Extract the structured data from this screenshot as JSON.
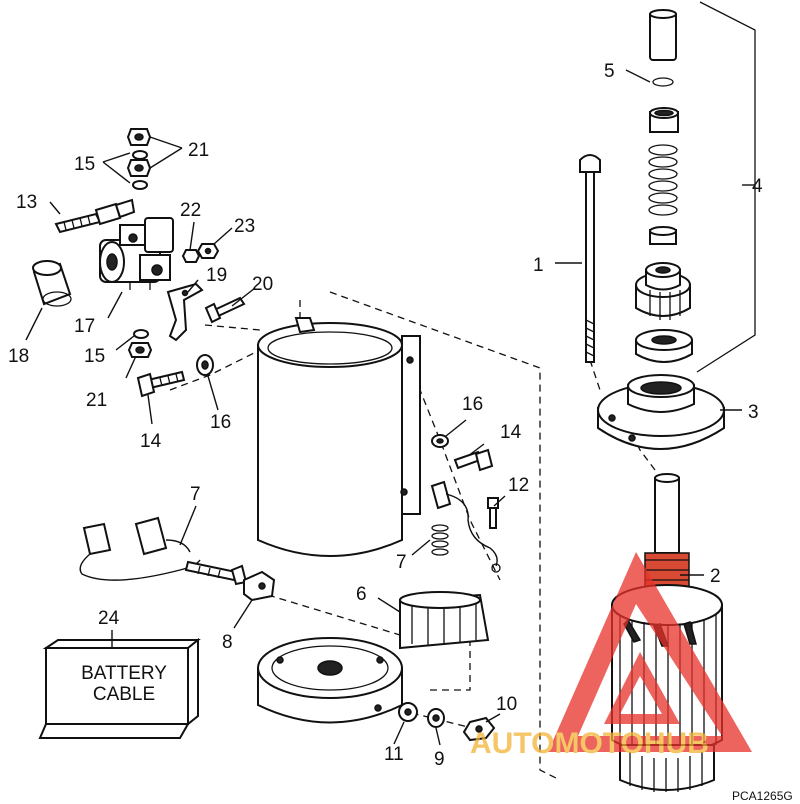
{
  "callouts": {
    "c1": "1",
    "c2": "2",
    "c3": "3",
    "c4": "4",
    "c5": "5",
    "c6": "6",
    "c7a": "7",
    "c7b": "7",
    "c8": "8",
    "c9": "9",
    "c10": "10",
    "c11": "11",
    "c12": "12",
    "c13": "13",
    "c14a": "14",
    "c14b": "14",
    "c15a": "15",
    "c15b": "15",
    "c16a": "16",
    "c16b": "16",
    "c17": "17",
    "c18": "18",
    "c19": "19",
    "c20": "20",
    "c21a": "21",
    "c21b": "21",
    "c22": "22",
    "c23": "23",
    "c24": "24"
  },
  "battery_box": {
    "line1": "BATTERY",
    "line2": "CABLE"
  },
  "figure_code": "PCA1265G",
  "watermark": {
    "text": "AUTOMOTOHUB",
    "color": "#e8312a",
    "accent": "#f2b233"
  },
  "colors": {
    "line": "#111111",
    "armature_winding": "#d94a35"
  }
}
